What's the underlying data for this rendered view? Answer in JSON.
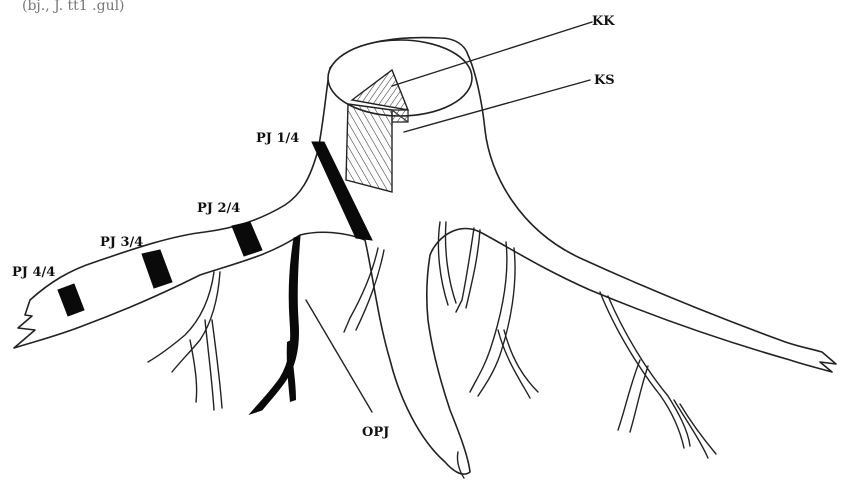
{
  "header_fragment": "(bj., J. tt1 .gul)",
  "labels": {
    "kk": "KK",
    "ks": "KS",
    "pj14": "PJ 1/4",
    "pj24": "PJ 2/4",
    "pj34": "PJ 3/4",
    "pj44": "PJ 4/4",
    "opj": "OPJ"
  },
  "colors": {
    "ink": "#222222",
    "band": "#0a0a0a",
    "paper": "#ffffff"
  }
}
